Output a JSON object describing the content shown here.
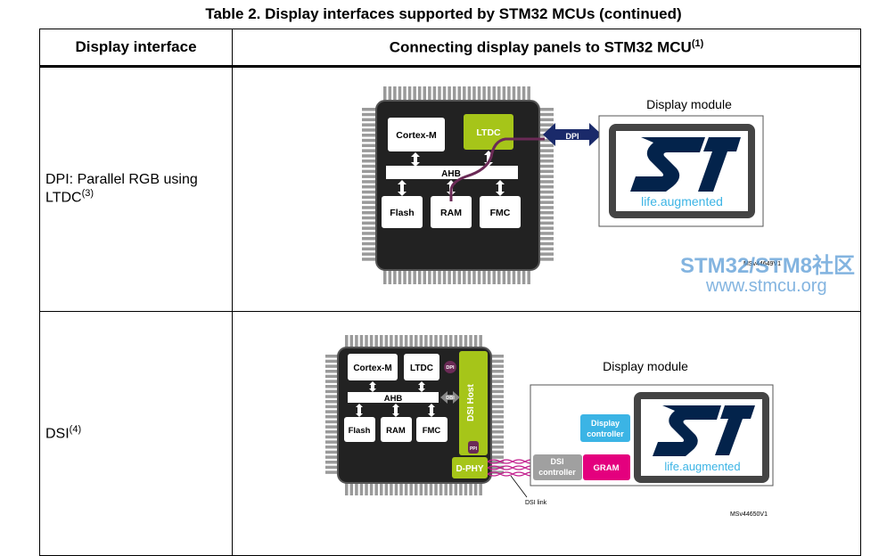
{
  "caption": "Table 2. Display interfaces supported by STM32 MCUs (continued)",
  "header": {
    "col1": "Display interface",
    "col2": "Connecting display panels to STM32 MCU",
    "col2_note": "(1)"
  },
  "rows": [
    {
      "interface": "DPI: Parallel RGB using LTDC",
      "interface_line1": "DPI: Parallel RGB using",
      "interface_line2": "LTDC",
      "note": "(3)",
      "diagram": {
        "cortex": "Cortex-M",
        "ltdc": "LTDC",
        "ahb": "AHB",
        "flash": "Flash",
        "ram": "RAM",
        "fmc": "FMC",
        "bus_label": "DPI",
        "module_title": "Display module",
        "logo_tagline": "life.augmented",
        "figure_id": "MSv44649V1"
      }
    },
    {
      "interface": "DSI",
      "note": "(4)",
      "diagram": {
        "cortex": "Cortex-M",
        "ltdc": "LTDC",
        "dpi_tag": "DPI",
        "ahb": "AHB",
        "dbi_tag": "DBI",
        "dsi_host": "DSI Host",
        "ppi_tag": "PPI",
        "flash": "Flash",
        "ram": "RAM",
        "fmc": "FMC",
        "dphy": "D-PHY",
        "dsi_controller": "DSI controller",
        "display_controller": "Display controller",
        "gram": "GRAM",
        "module_title": "Display module",
        "logo_tagline": "life.augmented",
        "dsi_link": "DSI link",
        "figure_id": "MSv44650V1"
      }
    }
  ],
  "watermark": {
    "line1": "STM32/STM8社区",
    "line2": "www.stmcu.org"
  },
  "colors": {
    "chip_body": "#222222",
    "chip_pins": "#9a9a9a",
    "lime": "#a6c519",
    "plum": "#6b2a56",
    "navy": "#1a2a6a",
    "st_blue": "#03234b",
    "tagline_teal": "#3cb4e5",
    "gram_magenta": "#e4007e",
    "display_ctrl_cyan": "#3bb4e5",
    "dsi_ctrl_grey": "#a0a0a0",
    "watermark_blue": "#5a9bd5"
  }
}
